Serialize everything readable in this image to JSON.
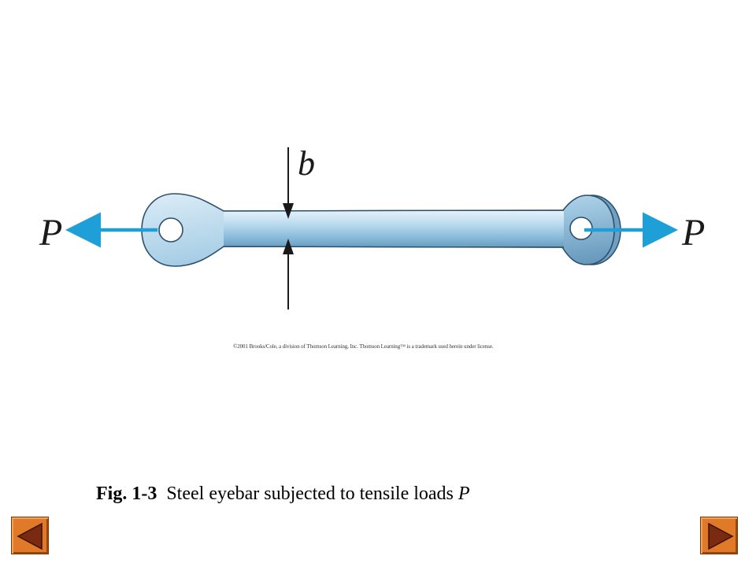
{
  "diagram": {
    "load_label_left": "P",
    "load_label_right": "P",
    "width_label": "b",
    "arrow_color": "#1e9fd8",
    "bar_color": "#a9cfe6"
  },
  "copyright": "©2001 Brooks/Cole, a division of Thomson Learning, Inc.  Thomson Learning™ is a trademark used herein under license.",
  "caption": {
    "figure_number": "Fig. 1-3",
    "text": "Steel eyebar subjected to tensile loads ",
    "load_symbol": "P"
  },
  "navigation": {
    "prev_icon": "triangle-left-icon",
    "next_icon": "triangle-right-icon",
    "button_color": "#e07a28"
  }
}
